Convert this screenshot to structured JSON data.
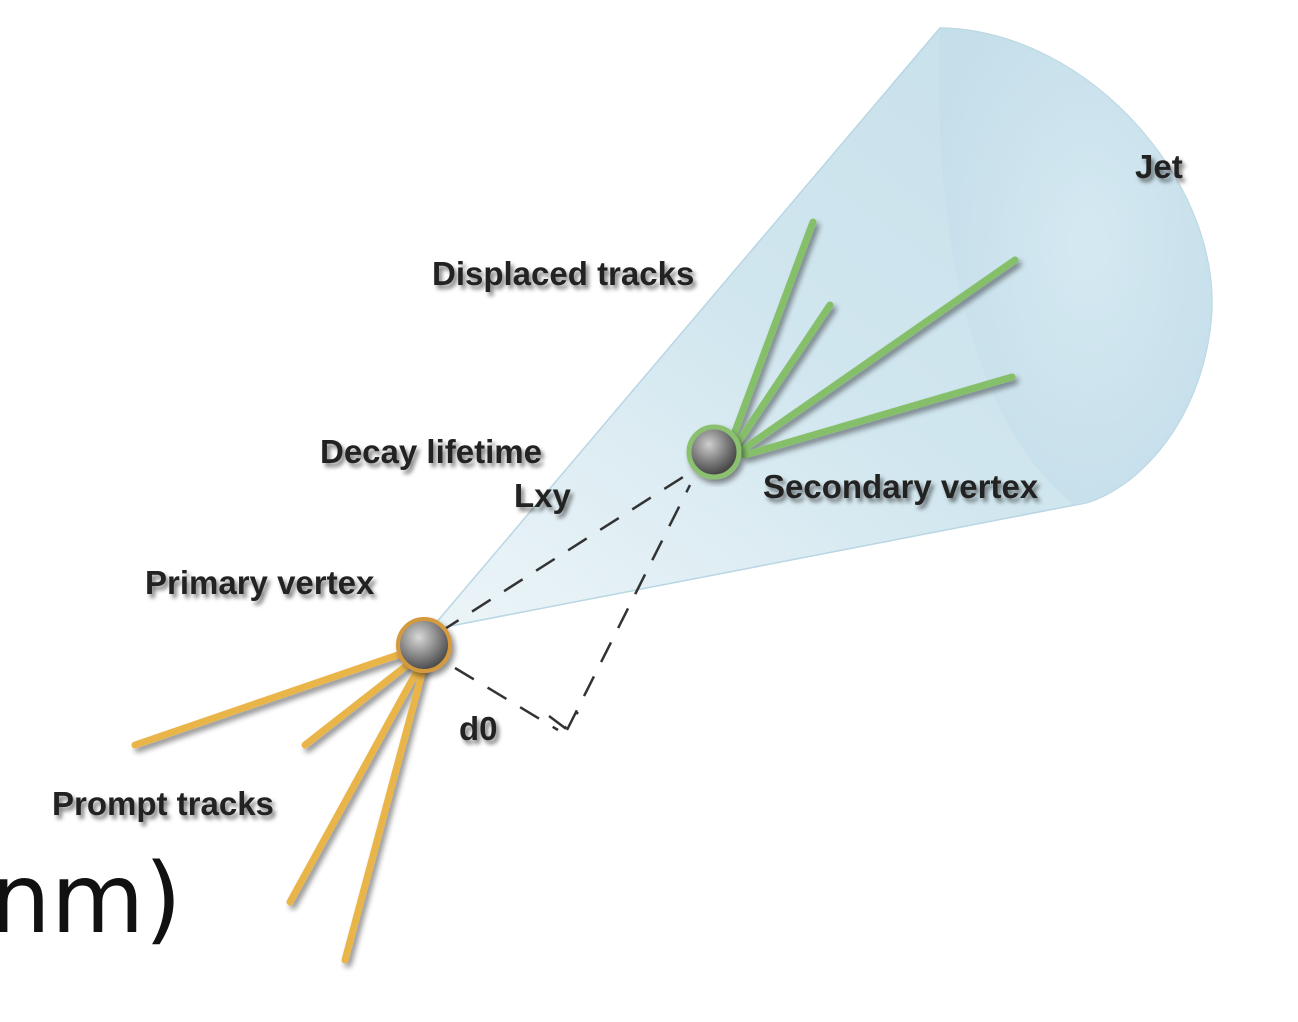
{
  "labels": {
    "jet": "Jet",
    "displaced_tracks": "Displaced tracks",
    "decay_lifetime": "Decay lifetime",
    "lxy": "Lxy",
    "secondary_vertex": "Secondary vertex",
    "primary_vertex": "Primary vertex",
    "d0": "d0",
    "prompt_tracks": "Prompt tracks"
  },
  "background_text": "nm)",
  "colors": {
    "cone": "#cfe6ef",
    "prompt_tracks": "#e9b54a",
    "displaced_tracks": "#86bf6a"
  }
}
